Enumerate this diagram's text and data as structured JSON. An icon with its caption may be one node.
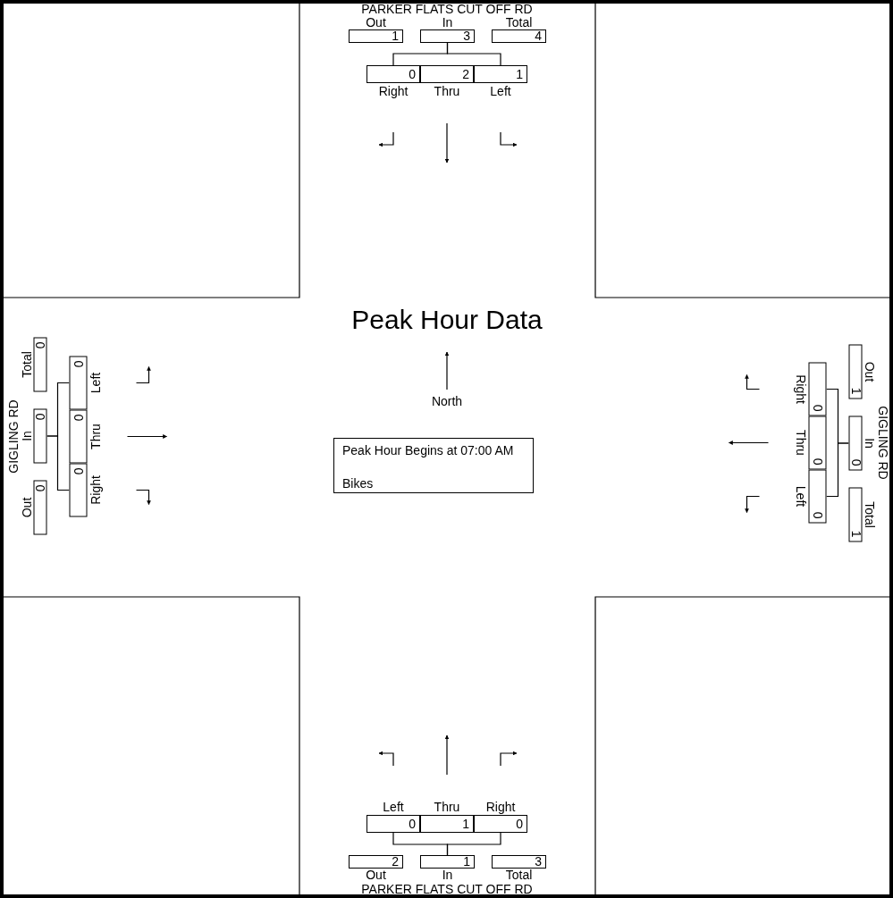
{
  "diagram": {
    "title": "Peak Hour Data",
    "nodes": [
      {
        "text": [
          "Out",
          "1"
        ]
      },
      {
        "text": [
          "In",
          "3"
        ]
      },
      {
        "text": [
          "Total",
          "4"
        ]
      },
      {
        "text": [
          "0",
          "Right"
        ]
      },
      {
        "text": [
          "2",
          "Thru"
        ]
      },
      {
        "text": [
          "1",
          "Left"
        ]
      },
      {
        "text": [
          "Total",
          "0"
        ]
      },
      {
        "text": [
          "In",
          "0"
        ]
      },
      {
        "text": [
          "Out",
          "0"
        ]
      },
      {
        "text": [
          "0",
          "Left"
        ]
      },
      {
        "text": [
          "0",
          "Thru"
        ]
      },
      {
        "text": [
          "0",
          "Right"
        ]
      },
      {
        "text": [
          "Peak Hour Begins at 07:00 AM",
          "Bikes"
        ]
      },
      {
        "text": [
          "Out",
          "1"
        ]
      },
      {
        "text": [
          "In",
          "0"
        ]
      },
      {
        "text": [
          "Total",
          "1"
        ]
      },
      {
        "text": [
          "0",
          "Right"
        ]
      },
      {
        "text": [
          "0",
          "Thru"
        ]
      },
      {
        "text": [
          "0",
          "Left"
        ]
      },
      {
        "text": [
          "Left",
          "0"
        ]
      },
      {
        "text": [
          "Thru",
          "1"
        ]
      },
      {
        "text": [
          "Right",
          "0"
        ]
      },
      {
        "text": [
          "2",
          "Out"
        ]
      },
      {
        "text": [
          "1",
          "In"
        ]
      },
      {
        "text": [
          "3",
          "Total"
        ]
      }
    ],
    "edges": [
      {
        "from": 1,
        "to": 3,
        "arrow": "none"
      },
      {
        "from": 1,
        "to": 5,
        "arrow": "none"
      },
      {
        "from": 7,
        "to": 11,
        "arrow": "none"
      },
      {
        "from": 7,
        "to": 9,
        "arrow": "none"
      },
      {
        "from": 14,
        "to": 16,
        "arrow": "none"
      },
      {
        "from": 14,
        "to": 18,
        "arrow": "none"
      },
      {
        "from": 23,
        "to": 19,
        "arrow": "none"
      },
      {
        "from": 23,
        "to": 21,
        "arrow": "none"
      }
    ],
    "labels": [
      "PARKER FLATS CUT OFF RD",
      "GIGLING RD",
      "North",
      "GIGLING RD",
      "PARKER FLATS CUT OFF RD"
    ]
  }
}
